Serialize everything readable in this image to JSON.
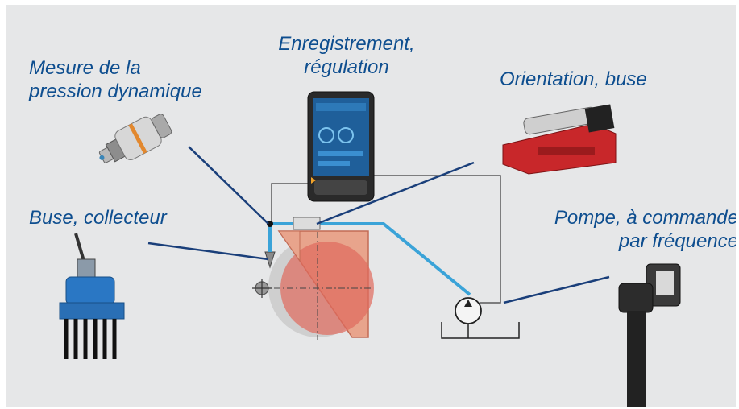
{
  "labels": {
    "pressure": {
      "line1": "Mesure de la",
      "line2": "pression dynamique"
    },
    "recording": {
      "line1": "Enregistrement,",
      "line2": "régulation"
    },
    "orientation": {
      "line1": "Orientation, buse"
    },
    "nozzle": {
      "line1": "Buse, collecteur"
    },
    "pump": {
      "line1": "Pompe, à commande",
      "line2": "par fréquence"
    }
  },
  "colors": {
    "background": "#e6e7e8",
    "label_text": "#0e4e8f",
    "leader_line": "#1a3f7a",
    "water_pipe": "#3aa3d8",
    "control_line": "#5a5a5a",
    "tank_fill": "#e8a48c",
    "tank_circle": "#e06a5c",
    "drum": "#cfcfcf"
  },
  "icons": [
    "pressure-sensor-icon",
    "controller-display-icon",
    "actuator-icon",
    "nozzle-manifold-icon",
    "pump-motor-icon",
    "pump-symbol-icon"
  ]
}
